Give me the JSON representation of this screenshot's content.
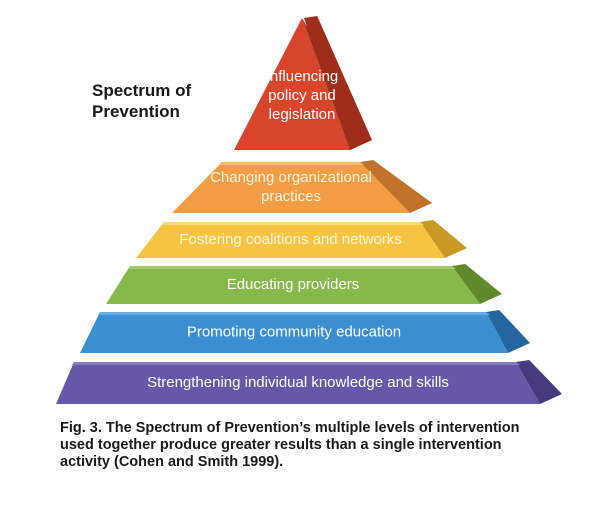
{
  "title": "Spectrum of\nPrevention",
  "layers": [
    {
      "lines": [
        "Influencing",
        "policy and",
        "legislation"
      ],
      "front": "#d9452a",
      "side": "#9e2d1a",
      "top": "#e8684a"
    },
    {
      "lines": [
        "Changing organizational",
        "practices"
      ],
      "front": "#f29d45",
      "side": "#c0722a",
      "top": "#f7b86a"
    },
    {
      "lines": [
        "Fostering coalitions and networks"
      ],
      "front": "#f5c542",
      "side": "#c89a25",
      "top": "#f9d975"
    },
    {
      "lines": [
        "Educating providers"
      ],
      "front": "#86b84a",
      "side": "#5e8a2c",
      "top": "#a4cc6e"
    },
    {
      "lines": [
        "Promoting community education"
      ],
      "front": "#3b8fd1",
      "side": "#2666a0",
      "top": "#6aacdf"
    },
    {
      "lines": [
        "Strengthening individual knowledge and skills"
      ],
      "front": "#6657a8",
      "side": "#46397e",
      "top": "#8a7cc2"
    }
  ],
  "caption": "Fig. 3. The Spectrum of Prevention’s multiple levels of intervention\nused together produce greater results than a single intervention\nactivity (Cohen and Smith 1999)."
}
